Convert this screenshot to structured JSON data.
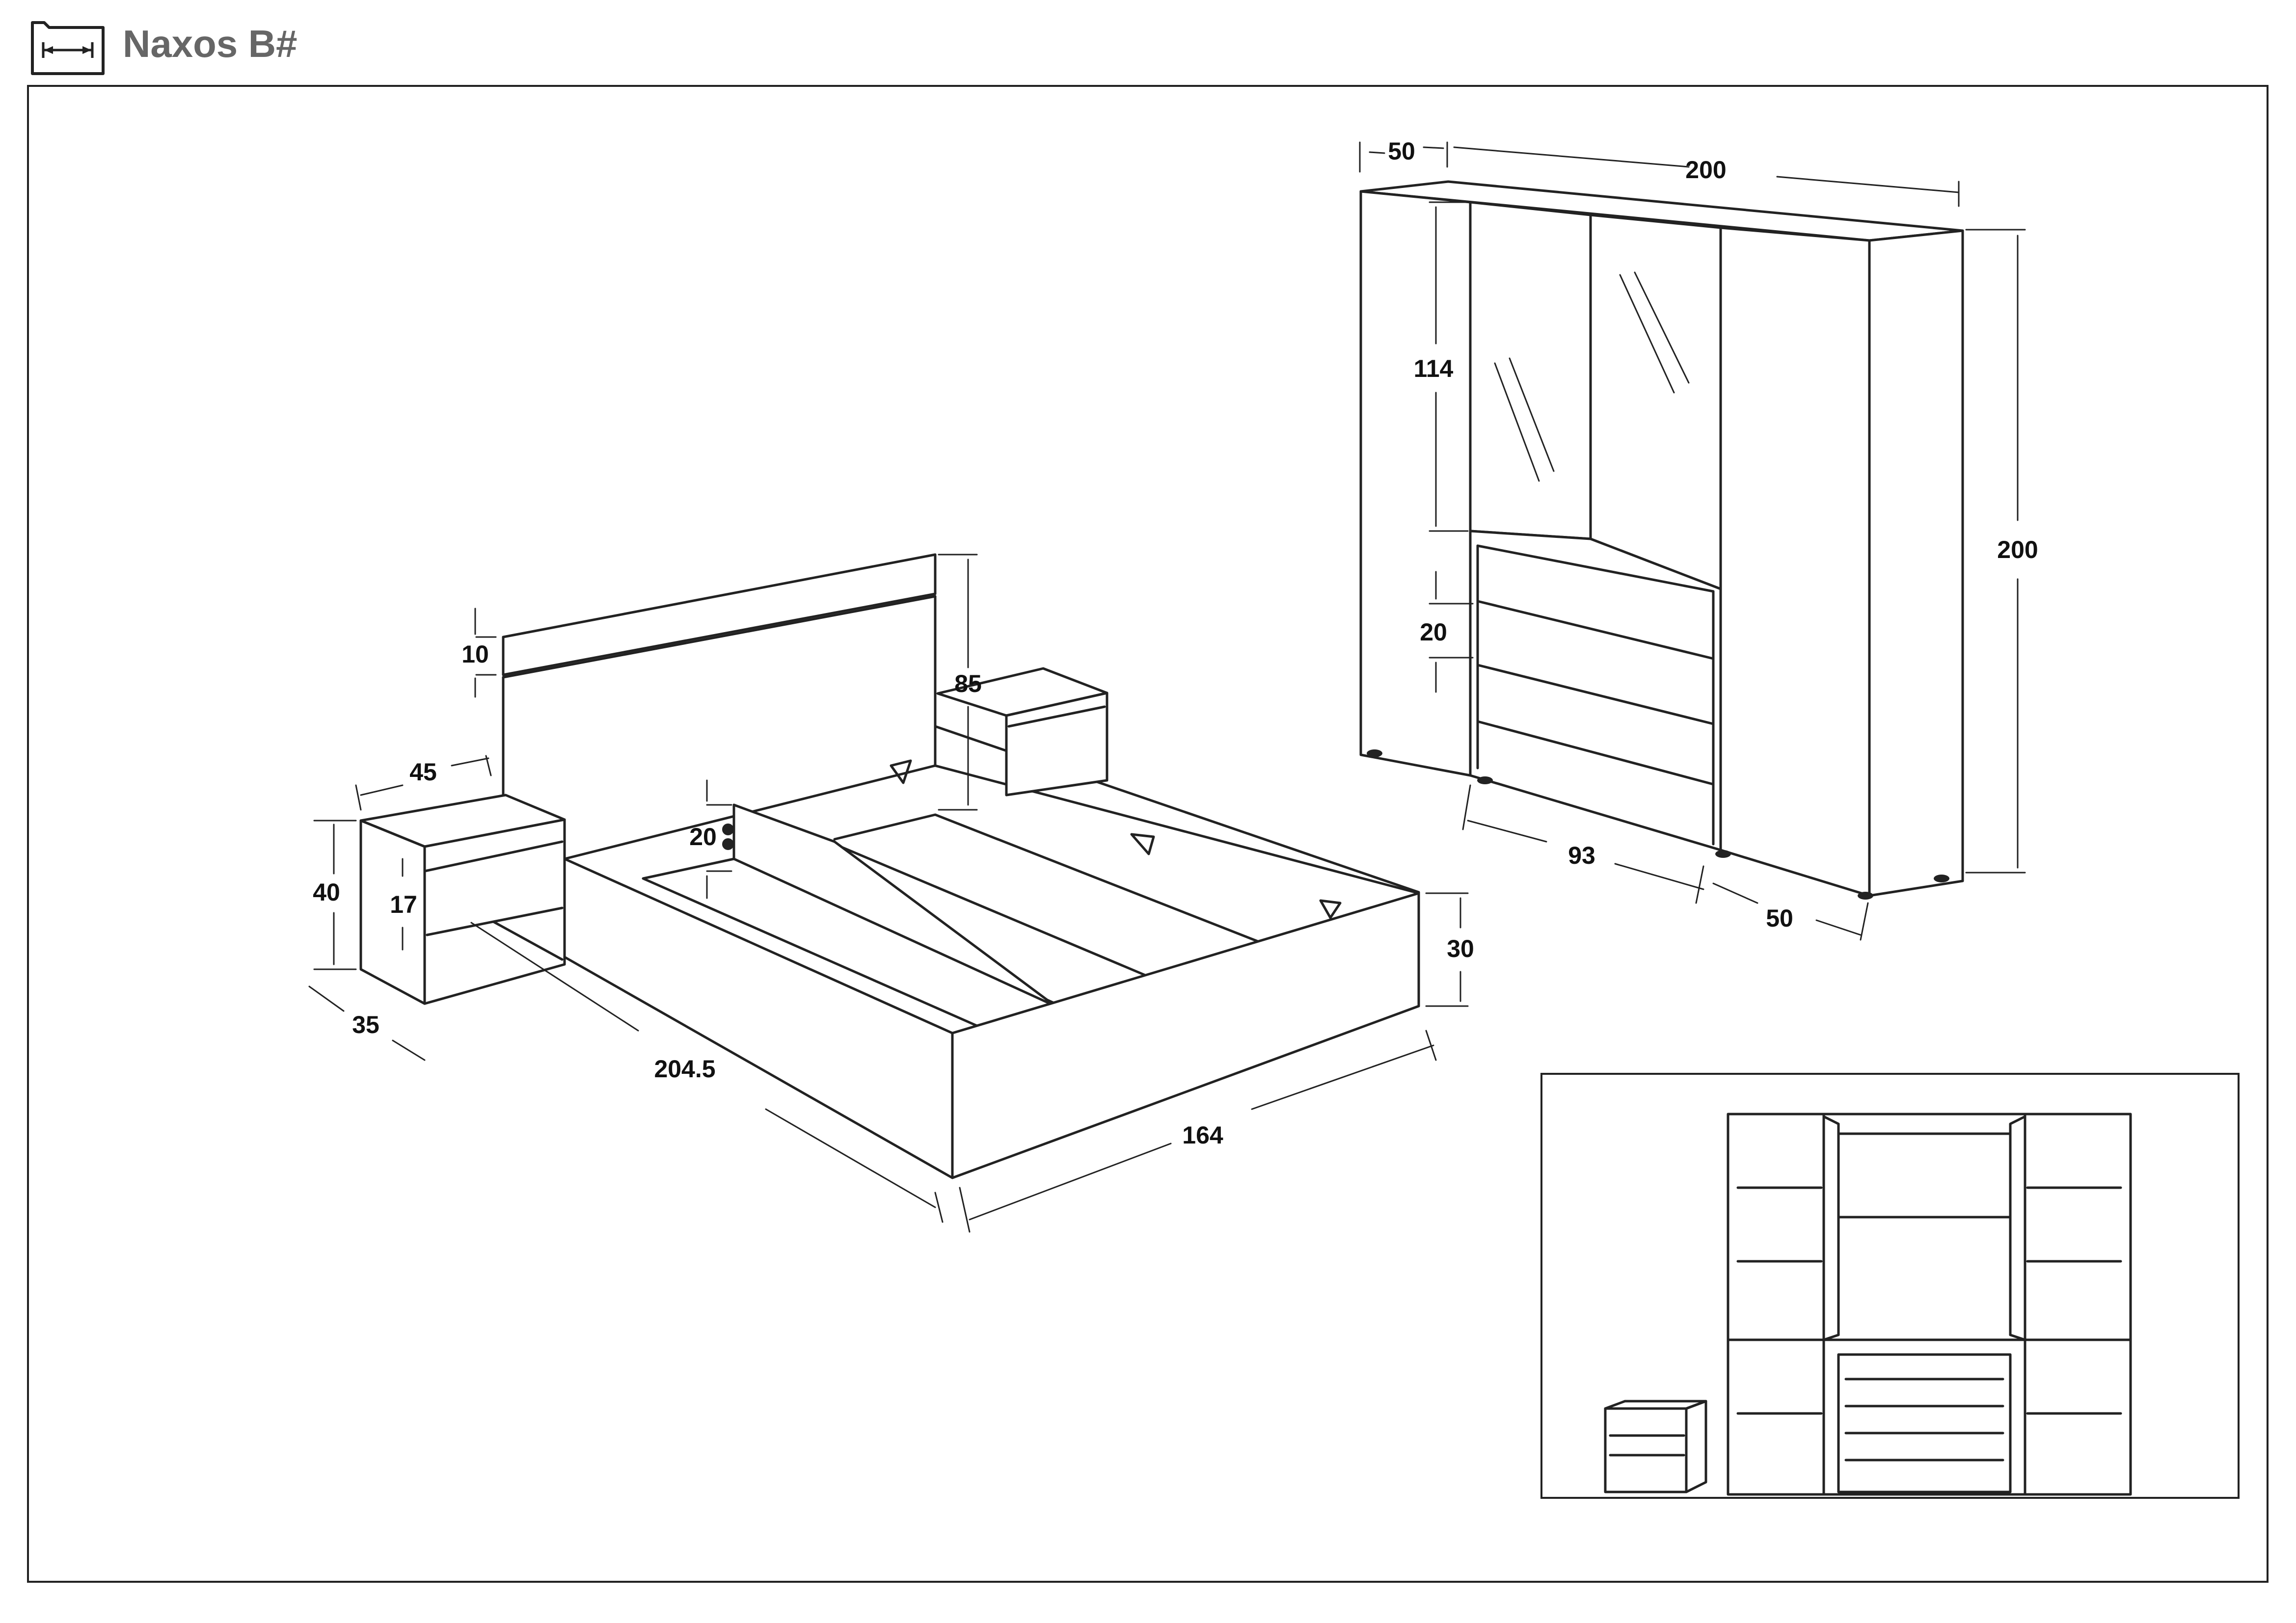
{
  "header": {
    "title": "Naxos B#",
    "icon": "dimensions-icon"
  },
  "bed": {
    "headboard_panel_height": "10",
    "headboard_height": "85",
    "side_rail_height": "20",
    "length": "204.5",
    "width": "164",
    "frame_height": "30"
  },
  "nightstand": {
    "width": "45",
    "depth": "35",
    "height": "40",
    "drawer_height": "17"
  },
  "wardrobe": {
    "depth": "50",
    "width": "200",
    "height": "200",
    "door_height": "114",
    "drawer_height": "20",
    "middle_width": "93",
    "side_width": "50"
  },
  "inset": {
    "label": "",
    "view": "open-interior-view"
  }
}
